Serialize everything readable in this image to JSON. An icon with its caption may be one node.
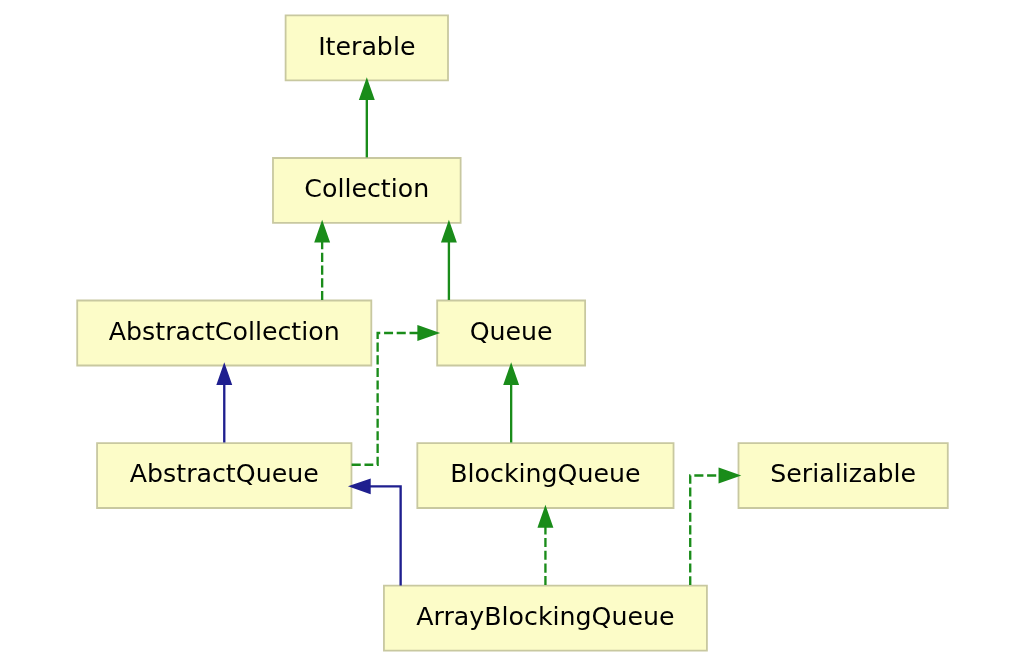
{
  "diagram": {
    "nodes": [
      {
        "text": [
          "Iterable"
        ]
      },
      {
        "text": [
          "Collection"
        ]
      },
      {
        "text": [
          "AbstractCollection"
        ]
      },
      {
        "text": [
          "Queue"
        ]
      },
      {
        "text": [
          "AbstractQueue"
        ]
      },
      {
        "text": [
          "BlockingQueue"
        ]
      },
      {
        "text": [
          "Serializable"
        ]
      },
      {
        "text": [
          "ArrayBlockingQueue"
        ]
      }
    ],
    "edges": [
      {
        "from": 1,
        "to": 0,
        "arrow": "to"
      },
      {
        "from": 2,
        "to": 1,
        "arrow": "to",
        "style": "dashed"
      },
      {
        "from": 3,
        "to": 1,
        "arrow": "to"
      },
      {
        "from": 4,
        "to": 2,
        "arrow": "to",
        "color": "#1f1f8f"
      },
      {
        "from": 4,
        "to": 3,
        "arrow": "to",
        "style": "dashed"
      },
      {
        "from": 5,
        "to": 3,
        "arrow": "to"
      },
      {
        "from": 7,
        "to": 4,
        "arrow": "to",
        "color": "#1f1f8f"
      },
      {
        "from": 7,
        "to": 5,
        "arrow": "to",
        "style": "dashed"
      },
      {
        "from": 7,
        "to": 6,
        "arrow": "to",
        "style": "dashed"
      }
    ]
  }
}
